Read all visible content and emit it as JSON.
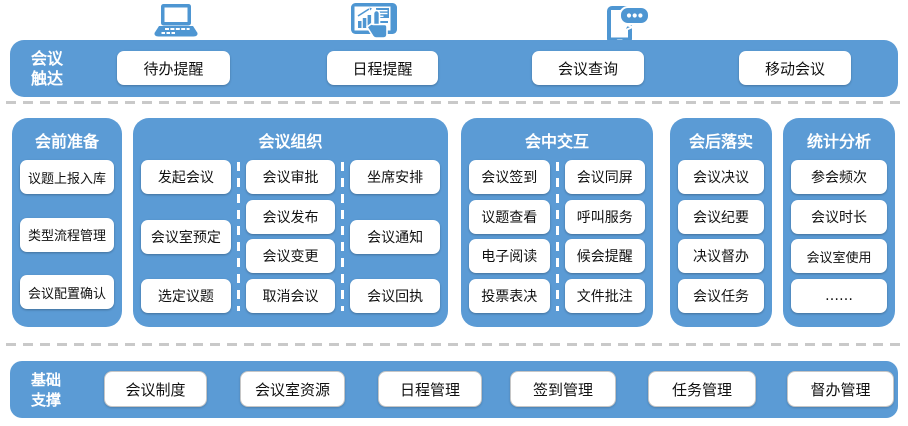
{
  "colors": {
    "primary_blue": "#5B9BD5",
    "icon_blue": "#4E96D2",
    "button_text": "#111111",
    "separator_gray": "#c9c9c9"
  },
  "icons": {
    "left": "laptop-icon",
    "center": "tablet-chart-touch-icon",
    "right": "phone-chat-icon"
  },
  "top_bar": {
    "label_line1": "会议",
    "label_line2": "触达",
    "buttons": [
      "待办提醒",
      "日程提醒",
      "会议查询",
      "移动会议"
    ]
  },
  "middle": {
    "panels": [
      {
        "title": "会前准备",
        "columns": [
          [
            "议题上报入库",
            "类型流程管理",
            "会议配置确认"
          ]
        ]
      },
      {
        "title": "会议组织",
        "columns": [
          [
            "发起会议",
            "会议室预定",
            "选定议题"
          ],
          [
            "会议审批",
            "会议发布",
            "会议变更",
            "取消会议"
          ],
          [
            "坐席安排",
            "会议通知",
            "会议回执"
          ]
        ]
      },
      {
        "title": "会中交互",
        "columns": [
          [
            "会议签到",
            "议题查看",
            "电子阅读",
            "投票表决"
          ],
          [
            "会议同屏",
            "呼叫服务",
            "候会提醒",
            "文件批注"
          ]
        ]
      },
      {
        "title": "会后落实",
        "columns": [
          [
            "会议决议",
            "会议纪要",
            "决议督办",
            "会议任务"
          ]
        ]
      },
      {
        "title": "统计分析",
        "columns": [
          [
            "参会频次",
            "会议时长",
            "会议室使用",
            "……"
          ]
        ]
      }
    ]
  },
  "bottom_bar": {
    "label_line1": "基础",
    "label_line2": "支撑",
    "buttons": [
      "会议制度",
      "会议室资源",
      "日程管理",
      "签到管理",
      "任务管理",
      "督办管理"
    ]
  }
}
